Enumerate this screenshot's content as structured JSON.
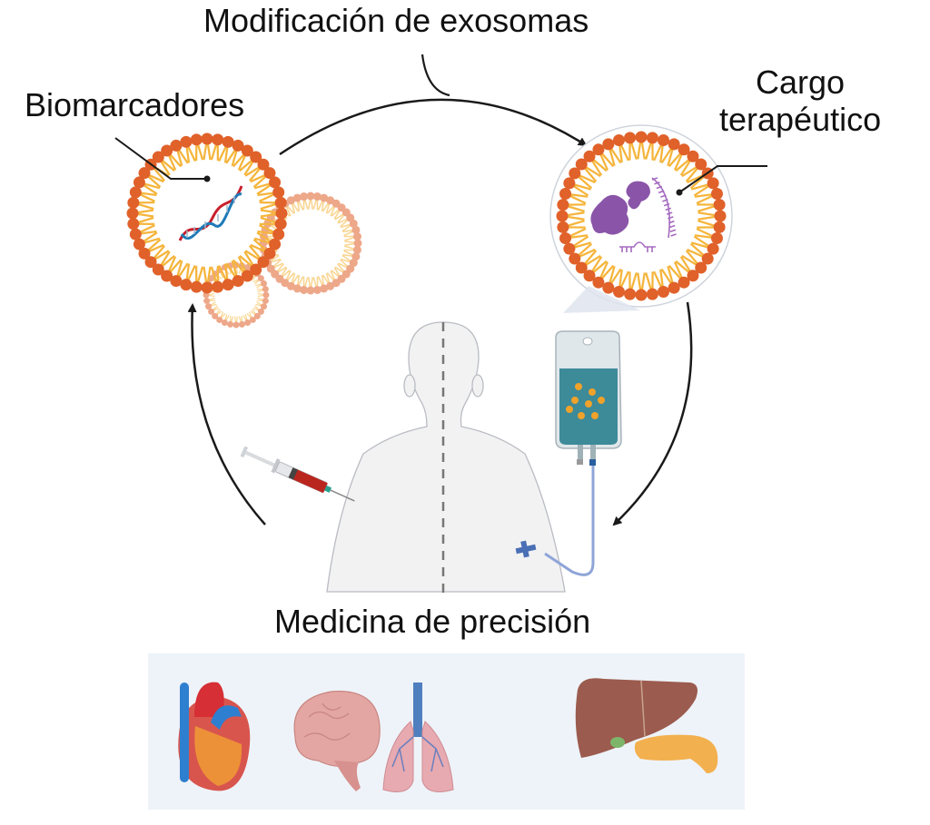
{
  "labels": {
    "top": "Modificación de exosomas",
    "biomarkers": "Biomarcadores",
    "cargo_line1": "Cargo",
    "cargo_line2": "terapéutico",
    "bottom": "Medicina de precisión"
  },
  "organs": [
    {
      "name": "heart",
      "icon": "heart-icon"
    },
    {
      "name": "brain",
      "icon": "brain-icon"
    },
    {
      "name": "lungs",
      "icon": "lungs-icon"
    },
    {
      "name": "liver-pancreas",
      "icon": "liver-pancreas-icon"
    }
  ],
  "colors": {
    "lipid_head": "#e0612a",
    "lipid_tail": "#f5b53c",
    "dna_red": "#c8202c",
    "dna_blue": "#1f7ab8",
    "cargo_purple": "#8a55a8",
    "iv_fluid": "#3d8a99",
    "arrow": "#1a1a1a",
    "organ_bg": "#eef3f9"
  }
}
